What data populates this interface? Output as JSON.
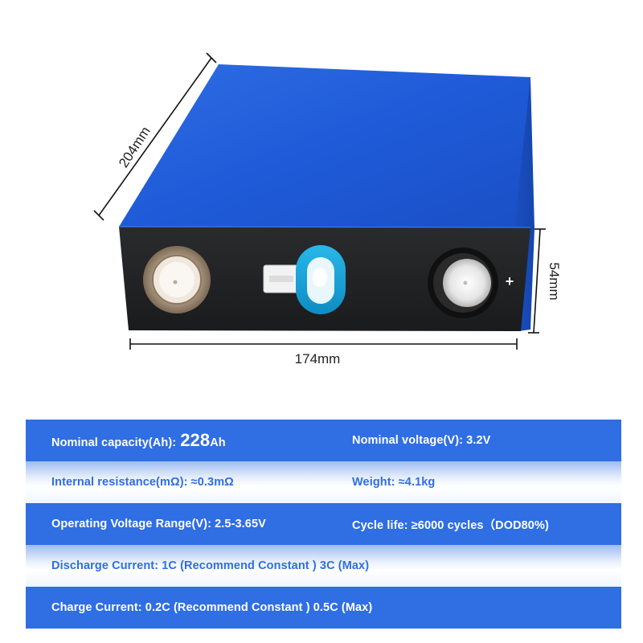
{
  "dimensions": {
    "length": "204mm",
    "width": "174mm",
    "height": "54mm"
  },
  "terminal": {
    "plus_sign": "+"
  },
  "specs": {
    "row1": {
      "capacity_label": "Nominal capacity(Ah):",
      "capacity_value": "228",
      "capacity_unit": "Ah",
      "voltage": "Nominal voltage(V): 3.2V"
    },
    "row2": {
      "resistance": "Internal resistance(mΩ): ≈0.3mΩ",
      "weight": "Weight: ≈4.1kg"
    },
    "row3": {
      "operating_range": "Operating Voltage Range(V): 2.5-3.65V",
      "cycle_life": "Cycle life: ≥6000 cycles（DOD80%)"
    },
    "row4": {
      "discharge": "Discharge Current: 1C (Recommend Constant ) 3C (Max)"
    },
    "row5": {
      "charge": "Charge Current: 0.2C (Recommend Constant ) 0.5C (Max)"
    }
  },
  "colors": {
    "battery_blue": "#1f5ad6",
    "face_black": "#1e1f21",
    "spec_blue": "#2f6ee3"
  }
}
